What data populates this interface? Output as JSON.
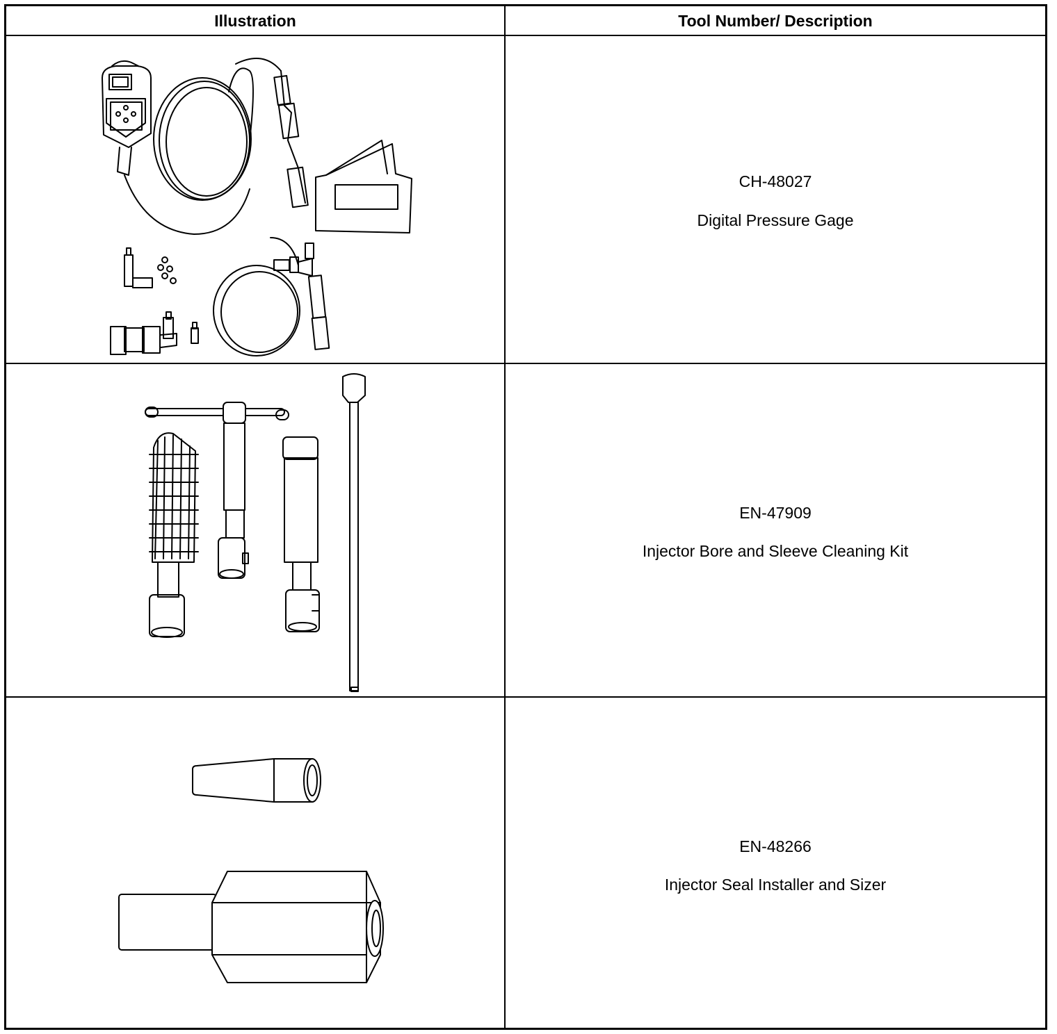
{
  "table": {
    "headers": {
      "illustration": "Illustration",
      "tool": "Tool Number/ Description"
    },
    "rows": [
      {
        "tool_number": "CH-48027",
        "description": "Digital Pressure Gage",
        "illustration_icon": "digital-pressure-gage-kit-icon"
      },
      {
        "tool_number": "EN-47909",
        "description": "Injector Bore and Sleeve Cleaning Kit",
        "illustration_icon": "cleaning-kit-icon"
      },
      {
        "tool_number": "EN-48266",
        "description": "Injector Seal Installer and Sizer",
        "illustration_icon": "seal-installer-sizer-icon"
      }
    ]
  },
  "colors": {
    "line": "#000000",
    "background": "#ffffff"
  }
}
